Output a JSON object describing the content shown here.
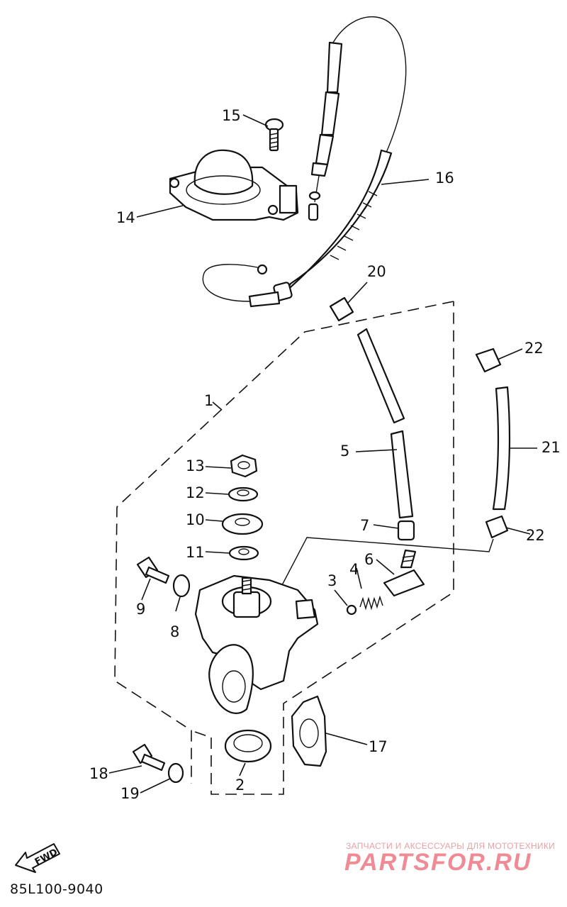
{
  "diagram": {
    "callouts": {
      "c1": "1",
      "c2": "2",
      "c3": "3",
      "c4": "4",
      "c5": "5",
      "c6": "6",
      "c7": "7",
      "c8": "8",
      "c9": "9",
      "c10": "10",
      "c11": "11",
      "c12": "12",
      "c13": "13",
      "c14": "14",
      "c15": "15",
      "c16": "16",
      "c17": "17",
      "c18": "18",
      "c19": "19",
      "c20": "20",
      "c21": "21",
      "c22a": "22",
      "c22b": "22"
    },
    "fwd_label": "FWD",
    "drawing_code": "85L100-9040"
  },
  "watermark": {
    "tagline": "ЗАПЧАСТИ И АКСЕССУАРЫ ДЛЯ МОТОТЕХНИКИ",
    "brand": "PARTSFOR.RU"
  }
}
